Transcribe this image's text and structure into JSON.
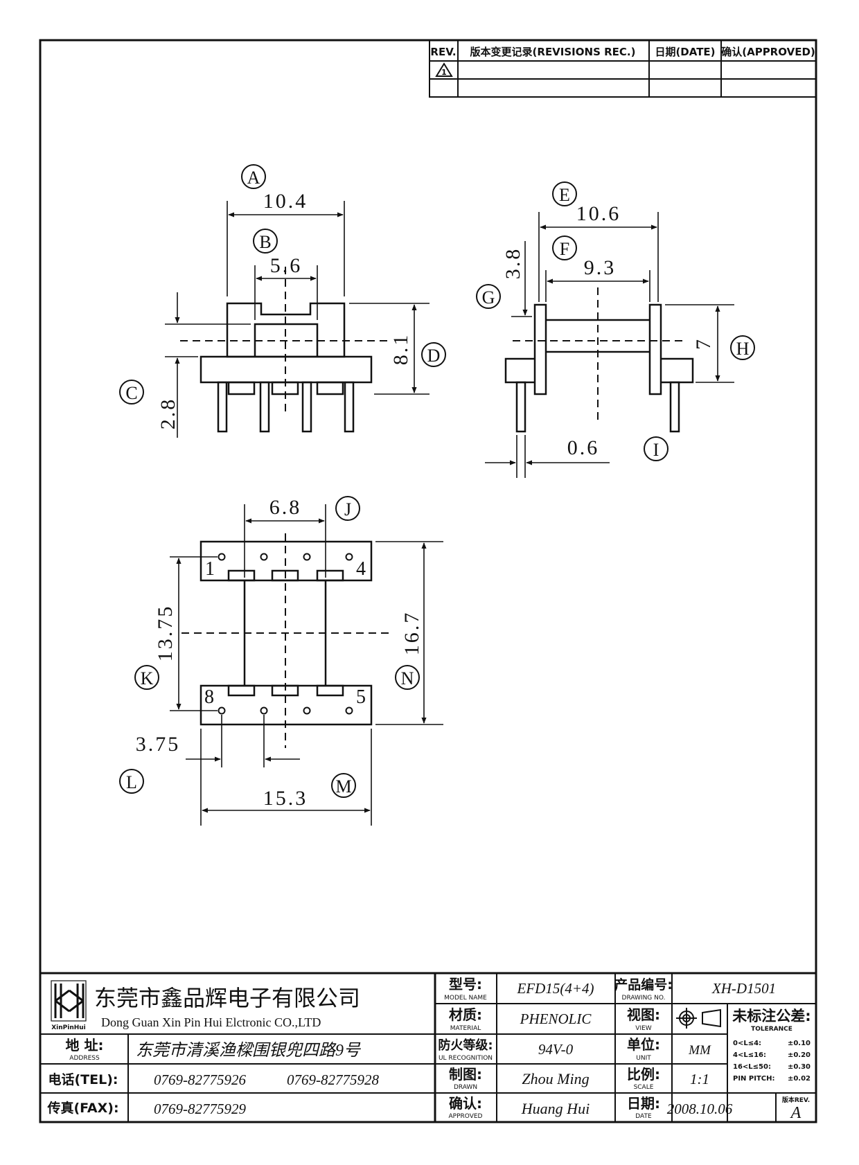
{
  "revision_block": {
    "rev_header": "REV.",
    "rec_header": "版本变更记录(REVISIONS REC.)",
    "date_header": "日期(DATE)",
    "approved_header": "确认(APPROVED)",
    "rev_mark": "1"
  },
  "labels": {
    "A": "A",
    "B": "B",
    "C": "C",
    "D": "D",
    "E": "E",
    "F": "F",
    "G": "G",
    "H": "H",
    "I": "I",
    "J": "J",
    "K": "K",
    "L": "L",
    "M": "M",
    "N": "N"
  },
  "dims": {
    "A": "10.4",
    "B": "5.6",
    "C": "2.8",
    "D": "8.1",
    "E": "10.6",
    "F": "9.3",
    "G": "3.8",
    "H": "7",
    "I": "0.6",
    "J": "6.8",
    "K": "13.75",
    "L": "3.75",
    "M": "15.3",
    "N": "16.7"
  },
  "pins": {
    "p1": "1",
    "p4": "4",
    "p5": "5",
    "p8": "8"
  },
  "company": {
    "name_cn": "东莞市鑫品辉电子有限公司",
    "name_en": "Dong Guan Xin Pin Hui Elctronic CO.,LTD",
    "logo_text": "XinPinHui",
    "address_label": "地 址:",
    "address_sub": "ADDRESS",
    "address": "东莞市清溪渔樑围银兜四路9号",
    "tel_label": "电话(TEL):",
    "tel1": "0769-82775926",
    "tel2": "0769-82775928",
    "fax_label": "传真(FAX):",
    "fax": "0769-82775929"
  },
  "title_block": {
    "model_label": "型号:",
    "model_sub": "MODEL NAME",
    "model": "EFD15(4+4)",
    "material_label": "材质:",
    "material_sub": "MATERIAL",
    "material": "PHENOLIC",
    "ul_label": "防火等级:",
    "ul_sub": "UL RECOGNITION",
    "ul": "94V-0",
    "drawn_label": "制图:",
    "drawn_sub": "DRAWN",
    "drawn": "Zhou Ming",
    "approved_label": "确认:",
    "approved_sub": "APPROVED",
    "approved": "Huang Hui",
    "drawing_no_label": "产品编号:",
    "drawing_no_sub": "DRAWING NO.",
    "drawing_no": "XH-D1501",
    "view_label": "视图:",
    "view_sub": "VIEW",
    "unit_label": "单位:",
    "unit_sub": "UNIT",
    "unit": "MM",
    "scale_label": "比例:",
    "scale_sub": "SCALE",
    "scale": "1:1",
    "date_label": "日期:",
    "date_sub": "DATE",
    "date": "2008.10.06",
    "tolerance_label": "未标注公差:",
    "tolerance_sub": "TOLERANCE",
    "tol1_range": "0<L≤4:",
    "tol1": "±0.10",
    "tol2_range": "4<L≤16:",
    "tol2": "±0.20",
    "tol3_range": "16<L≤50:",
    "tol3": "±0.30",
    "tol4_range": "PIN PITCH:",
    "tol4": "±0.02",
    "rev_label": "版本REV.",
    "rev": "A"
  }
}
